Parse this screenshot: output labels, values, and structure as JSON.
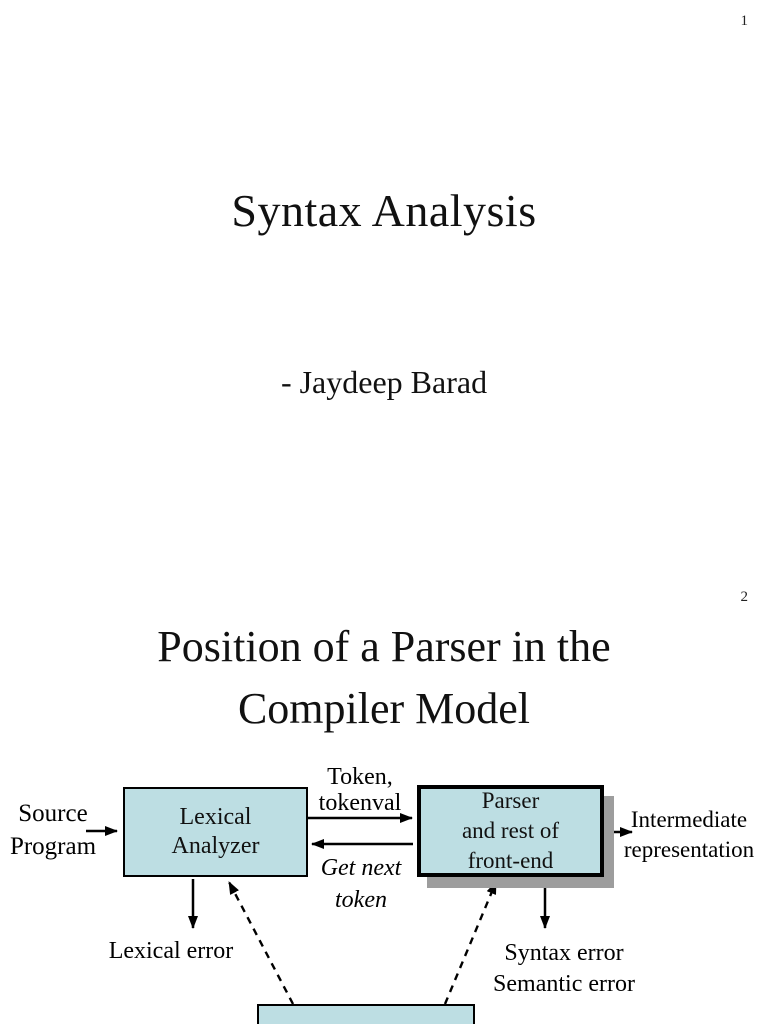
{
  "slides": {
    "slide1": {
      "page_number": "1",
      "title": "Syntax Analysis",
      "author": "- Jaydeep Barad"
    },
    "slide2": {
      "page_number": "2",
      "title": "Position of a Parser in the Compiler Model",
      "diagram": {
        "source_program_label": "Source\nProgram",
        "lexical_analyzer_box": "Lexical\nAnalyzer",
        "token_label": "Token,\ntokenval",
        "get_next_token_label": "Get next\ntoken",
        "parser_box": "Parser\nand rest of\nfront-end",
        "intermediate_label": "Intermediate\nrepresentation",
        "lexical_error_label": "Lexical error",
        "syntax_error_label": "Syntax error\nSemantic error",
        "box_fill": "#bddee3",
        "box_border": "#000000",
        "shadow_color": "#9d9d9d",
        "arrow_color": "#000000"
      }
    }
  }
}
